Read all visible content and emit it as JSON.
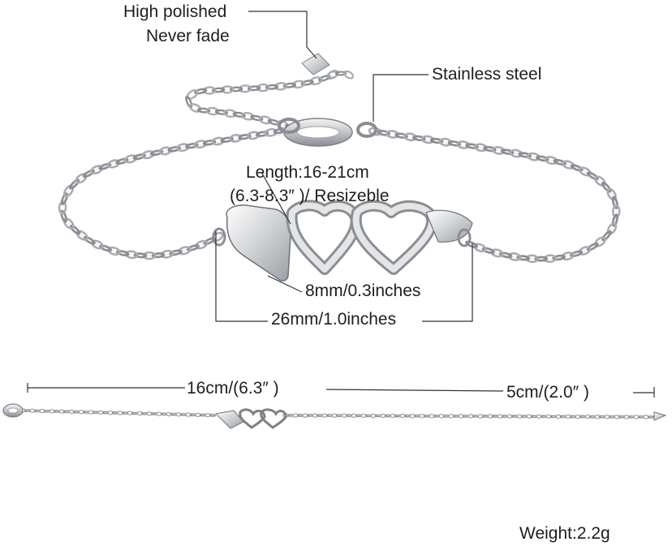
{
  "labels": {
    "high_polished": "High polished",
    "never_fade": "Never fade",
    "stainless_steel": "Stainless steel",
    "length": "Length:16-21cm",
    "length_inches": "(6.3-8.3″ )/ Resizeble",
    "heart_height": "8mm/0.3inches",
    "pendant_width": "26mm/1.0inches",
    "main_length": "16cm/(6.3″ )",
    "extender_length": "5cm/(2.0″ )",
    "weight": "Weight:2.2g"
  },
  "colors": {
    "metal": "#b9bcc0",
    "metal_dark": "#7d8186",
    "metal_light": "#eef0f2",
    "line": "#333333",
    "text": "#1e1e1e"
  }
}
